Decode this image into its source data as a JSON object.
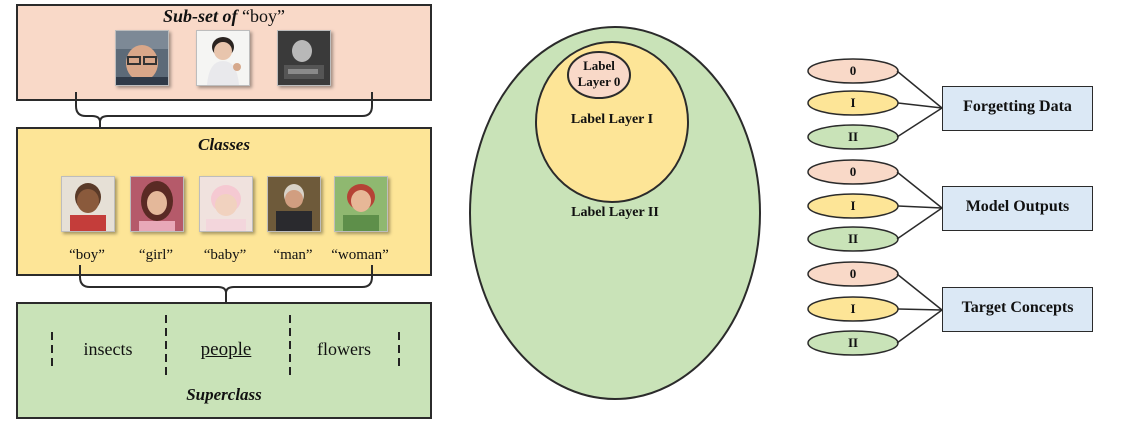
{
  "subset": {
    "title_italic": "Sub-set of",
    "title_quoted": "“boy”",
    "photos": [
      "boy-photo-glasses",
      "boy-photo-toddler",
      "boy-photo-bw"
    ]
  },
  "classes": {
    "title": "Classes",
    "labels": [
      "“boy”",
      "“girl”",
      "“baby”",
      "“man”",
      "“woman”"
    ],
    "photos": [
      "boy-photo",
      "girl-photo",
      "baby-photo",
      "man-photo",
      "woman-photo"
    ]
  },
  "superclass": {
    "items": [
      "insects",
      "people",
      "flowers"
    ],
    "title": "Superclass"
  },
  "layers": {
    "layer0": [
      "Label",
      "Layer 0"
    ],
    "layer1": "Label Layer I",
    "layer2": "Label Layer II"
  },
  "groups": [
    {
      "pills": [
        "0",
        "I",
        "II"
      ],
      "label": "Forgetting Data"
    },
    {
      "pills": [
        "0",
        "I",
        "II"
      ],
      "label": "Model Outputs"
    },
    {
      "pills": [
        "0",
        "I",
        "II"
      ],
      "label": "Target Concepts"
    }
  ],
  "colors": {
    "salmon": "#f9d9c8",
    "yellow": "#fde597",
    "green": "#c9e3b8",
    "blue": "#dbe8f5",
    "stroke": "#2b2b2b"
  }
}
